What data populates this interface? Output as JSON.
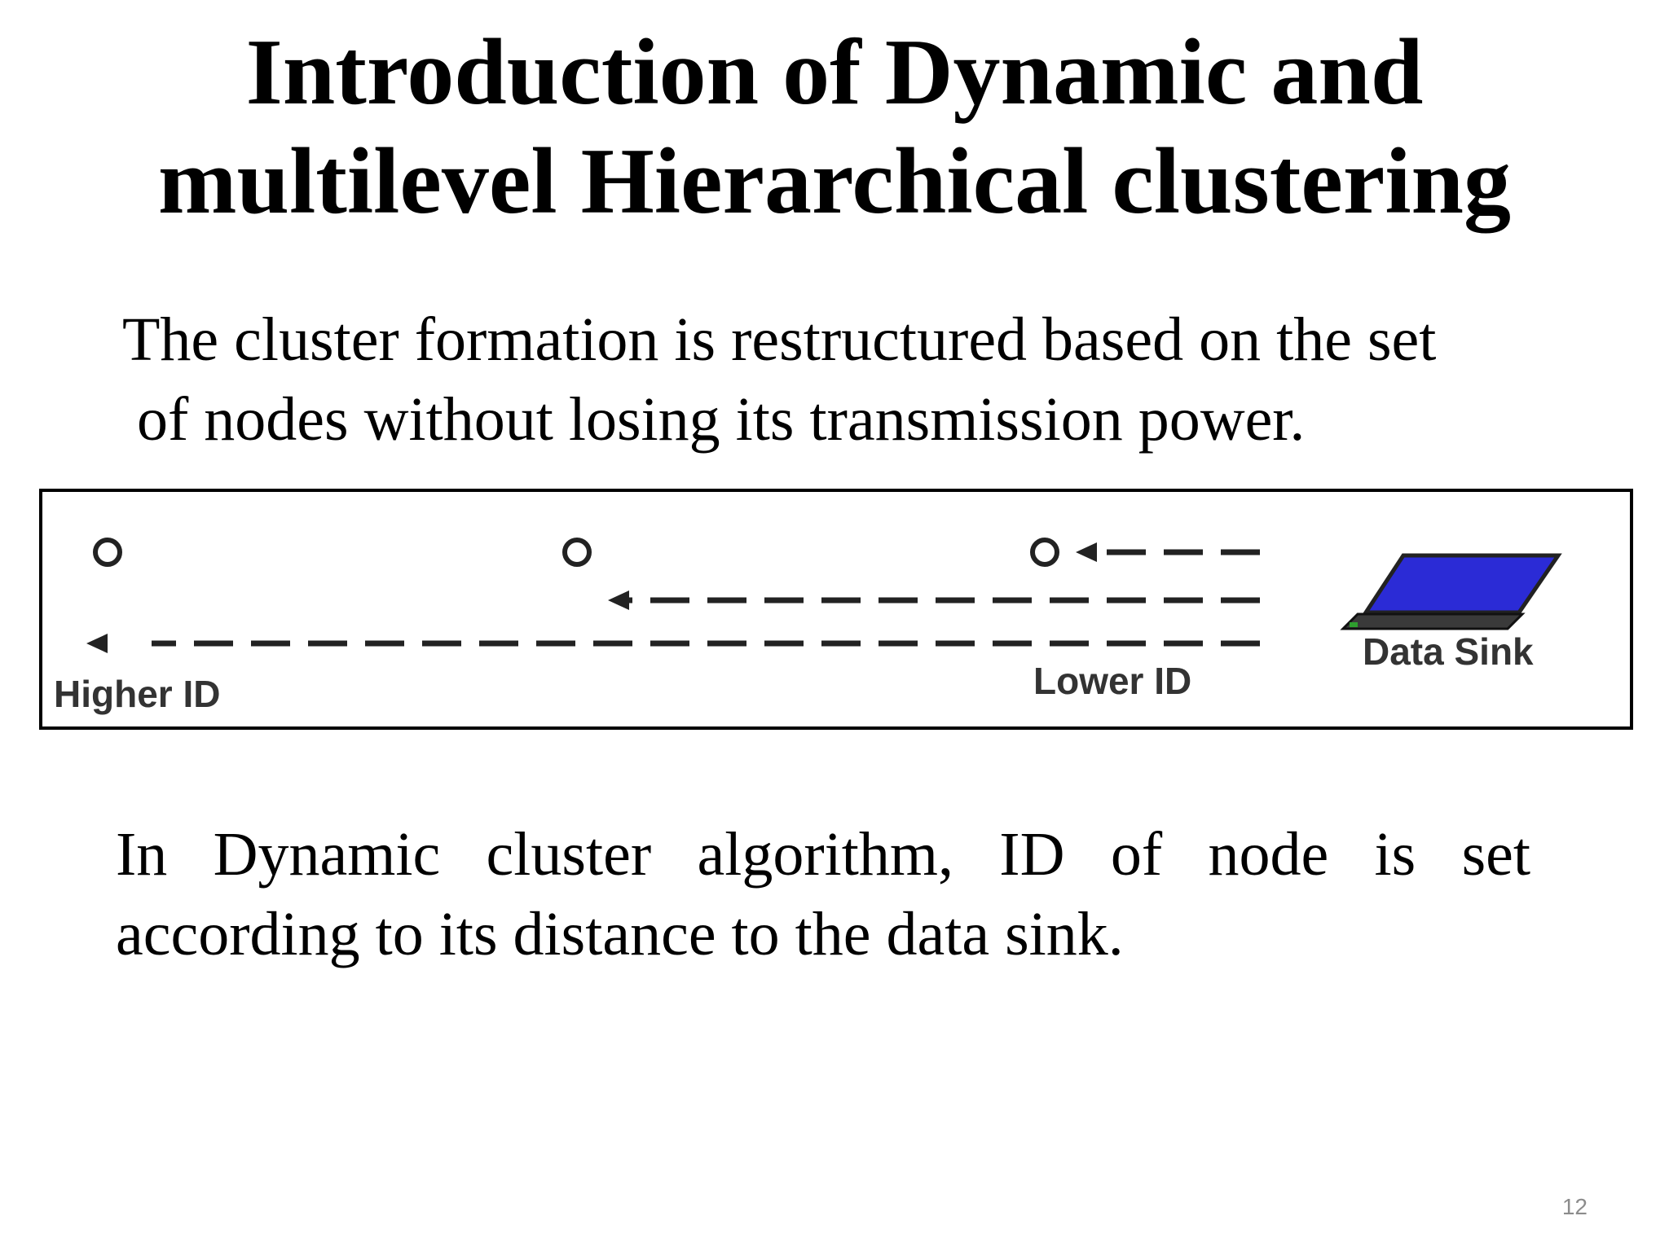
{
  "slide": {
    "title_line1": "Introduction of Dynamic and",
    "title_line2": "multilevel Hierarchical clustering",
    "para1_line1": "The cluster formation is restructured based on the set",
    "para1_line2": "of nodes without losing its transmission power.",
    "para2_line1": "In Dynamic cluster algorithm, ID of node is set",
    "para2_line2": "according to its distance to the data sink.",
    "page_number": "12"
  },
  "diagram": {
    "label_higher_id": "Higher ID",
    "label_lower_id": "Lower ID",
    "label_data_sink": "Data Sink",
    "nodes": [
      "node-higher-id",
      "node-middle",
      "node-lower-id"
    ],
    "icons": [
      "laptop-icon"
    ],
    "colors": {
      "laptop_screen": "#2b2bd6",
      "laptop_body": "#3a3a3a",
      "label_text": "#333333",
      "page_number": "#8c8c8c"
    }
  }
}
